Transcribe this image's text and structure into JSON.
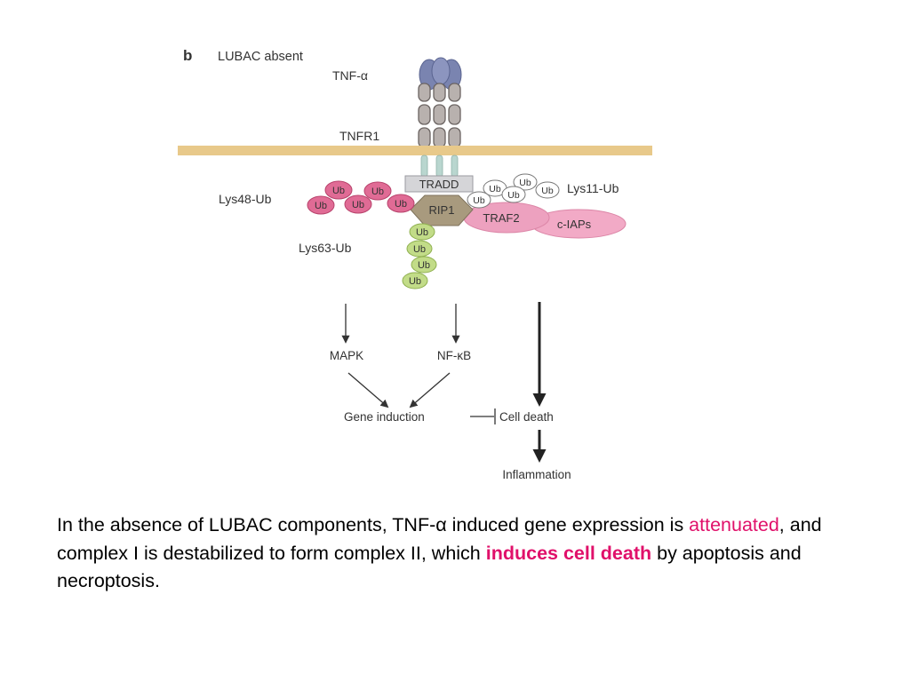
{
  "diagram": {
    "panel_letter": "b",
    "panel_title": "LUBAC absent",
    "ligand": "TNF-α",
    "receptor": "TNFR1",
    "adaptor": "TRADD",
    "kinase": "RIP1",
    "traf": "TRAF2",
    "iaps": "c-IAPs",
    "ub_label": "Ub",
    "lys48": "Lys48-Ub",
    "lys11": "Lys11-Ub",
    "lys63": "Lys63-Ub",
    "mapk": "MAPK",
    "nfkb": "NF-κB",
    "gene_induction": "Gene induction",
    "cell_death": "Cell death",
    "inflammation": "Inflammation",
    "colors": {
      "membrane": "#e8c98a",
      "ligand": "#7a84b0",
      "receptor": "#b8b1ae",
      "tradd_box": "#d5d5d8",
      "rip1": "#a89a7e",
      "lys48_ub": "#e06b95",
      "lys63_ub": "#c2dc88",
      "traf2": "#eda1bf",
      "inflammation": "#e0106a"
    }
  },
  "caption": {
    "part1": " In the absence of LUBAC components, TNF-α induced gene expression is ",
    "attenuated": "attenuated",
    "part2": ", and complex I is destabilized to form complex II, which ",
    "induces": "induces cell death",
    "part3": " by apoptosis and necroptosis."
  }
}
